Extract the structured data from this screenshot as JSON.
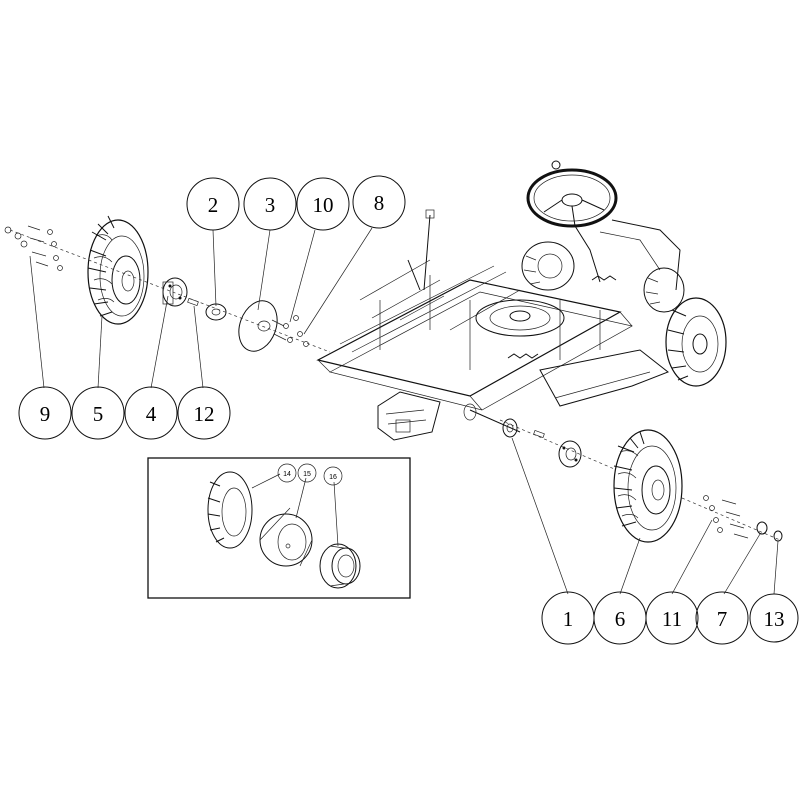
{
  "callouts": {
    "c2": "2",
    "c3": "3",
    "c10": "10",
    "c8": "8",
    "c9": "9",
    "c5": "5",
    "c4": "4",
    "c12": "12",
    "c1": "1",
    "c6": "6",
    "c11": "11",
    "c7": "7",
    "c13": "13"
  },
  "inset": {
    "c14": "14",
    "c15": "15",
    "c16": "16"
  }
}
